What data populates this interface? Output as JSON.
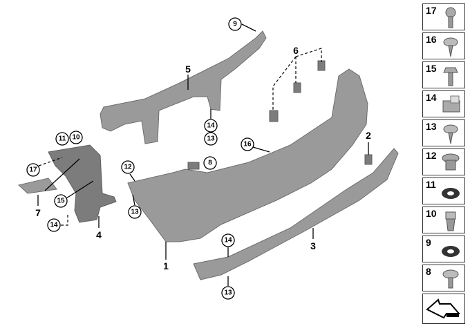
{
  "diagram": {
    "main_labels": [
      "1",
      "2",
      "3",
      "4",
      "5",
      "6",
      "7"
    ],
    "callouts": [
      "9",
      "14",
      "13",
      "16",
      "8",
      "12",
      "13",
      "11",
      "10",
      "17",
      "15",
      "14",
      "14",
      "13"
    ]
  },
  "legend": {
    "items": [
      {
        "num": "17",
        "icon": "flange-bolt-icon"
      },
      {
        "num": "16",
        "icon": "pan-head-screw-icon"
      },
      {
        "num": "15",
        "icon": "hex-bolt-icon"
      },
      {
        "num": "14",
        "icon": "clip-nut-icon"
      },
      {
        "num": "13",
        "icon": "pan-head-screw-icon"
      },
      {
        "num": "12",
        "icon": "expanding-nut-icon"
      },
      {
        "num": "11",
        "icon": "washer-icon"
      },
      {
        "num": "10",
        "icon": "square-nut-icon"
      },
      {
        "num": "9",
        "icon": "washer-icon"
      },
      {
        "num": "8",
        "icon": "screw-icon"
      }
    ],
    "footer_icon": "arrow-symbol-icon"
  },
  "colors": {
    "part": "#9a9a9a",
    "line": "#000000"
  }
}
